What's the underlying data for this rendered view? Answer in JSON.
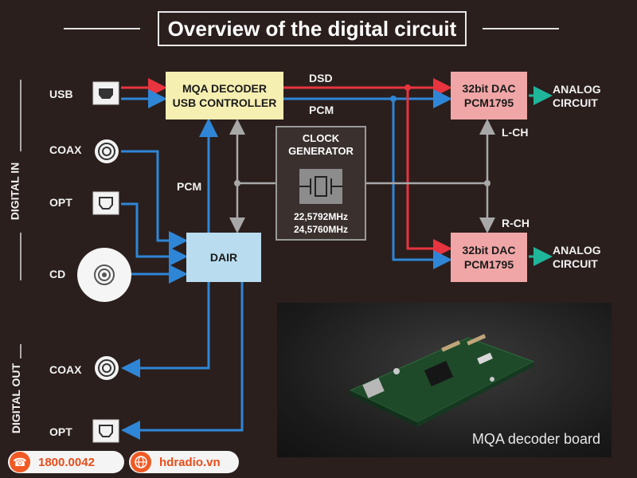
{
  "title": "Overview of the digital circuit",
  "side_labels": {
    "digital_in": "DIGITAL IN",
    "digital_out": "DIGITAL OUT"
  },
  "inputs": {
    "usb": "USB",
    "coax": "COAX",
    "opt": "OPT",
    "cd": "CD"
  },
  "outputs": {
    "coax": "COAX",
    "opt": "OPT"
  },
  "blocks": {
    "mqa_line1": "MQA DECODER",
    "mqa_line2": "USB CONTROLLER",
    "dair": "DAIR",
    "dac_line1": "32bit DAC",
    "dac_line2": "PCM1795",
    "clock_line1": "CLOCK",
    "clock_line2": "GENERATOR",
    "clock_freq1": "22,5792MHz",
    "clock_freq2": "24,5760MHz"
  },
  "signals": {
    "dsd": "DSD",
    "pcm_top": "PCM",
    "pcm_left": "PCM",
    "lch": "L-CH",
    "rch": "R-CH"
  },
  "analog": {
    "line1": "ANALOG",
    "line2": "CIRCUIT"
  },
  "photo_caption": "MQA decoder board",
  "footer": {
    "phone": "1800.0042",
    "website": "hdradio.vn"
  },
  "colors": {
    "background": "#2a1f1d",
    "red_line": "#e8343f",
    "blue_line": "#2f86d6",
    "gray_line": "#a8a8a8",
    "green_arrow": "#1fb59a",
    "brand": "#f15a24"
  }
}
